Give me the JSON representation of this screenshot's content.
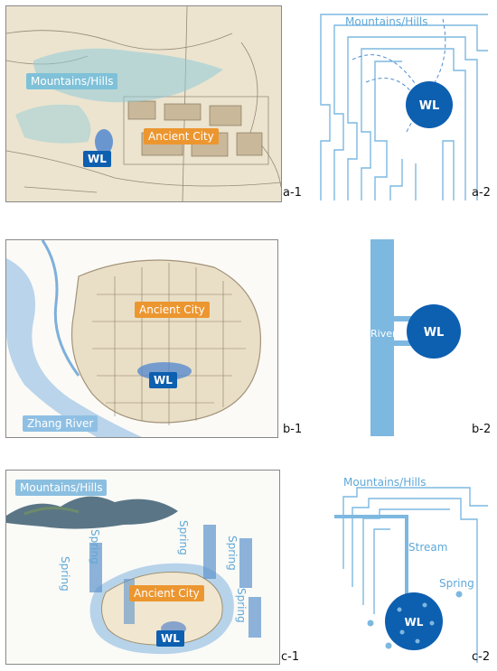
{
  "panels": {
    "a1": {
      "label": "a-1",
      "mountains": "Mountains/Hills",
      "city": "Ancient City",
      "wl": "WL"
    },
    "a2": {
      "label": "a-2",
      "mountains": "Mountains/Hills",
      "wl": "WL"
    },
    "b1": {
      "label": "b-1",
      "city": "Ancient City",
      "wl": "WL",
      "river": "Zhang River"
    },
    "b2": {
      "label": "b-2",
      "river": "River",
      "wl": "WL"
    },
    "c1": {
      "label": "c-1",
      "mountains": "Mountains/Hills",
      "city": "Ancient City",
      "wl": "WL",
      "springs": [
        "Spring",
        "Spring",
        "Spring",
        "Spring",
        "Spring"
      ]
    },
    "c2": {
      "label": "c-2",
      "mountains": "Mountains/Hills",
      "stream": "Stream",
      "spring": "Spring",
      "wl": "WL"
    }
  },
  "colors": {
    "primary": "#0d5fb0",
    "light": "#7db8e0",
    "orange": "#ec9630",
    "map_bg": "#efe7d2"
  }
}
